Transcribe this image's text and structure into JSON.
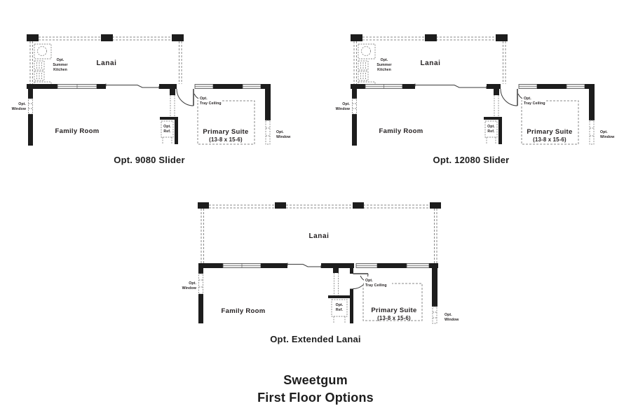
{
  "sheet": {
    "title_line1": "Sweetgum",
    "title_line2": "First Floor Options"
  },
  "captions": {
    "plan1": "Opt. 9080 Slider",
    "plan2": "Opt. 12080 Slider",
    "plan3": "Opt. Extended Lanai"
  },
  "rooms": {
    "lanai": "Lanai",
    "family_room": "Family Room",
    "primary_suite": "Primary Suite",
    "primary_suite_dims": "(13-8 x 15-6)"
  },
  "annotations": {
    "opt": "Opt.",
    "window": "Window",
    "summer": "Summer",
    "kitchen": "Kitchen",
    "tray_ceiling": "Tray Ceiling",
    "ref": "Ref."
  },
  "colors": {
    "wall": "#1d1d1d",
    "text": "#231f20",
    "dashed_lines": "#8a8a8a",
    "window_fill": "#ebebeb",
    "background": "#ffffff"
  }
}
